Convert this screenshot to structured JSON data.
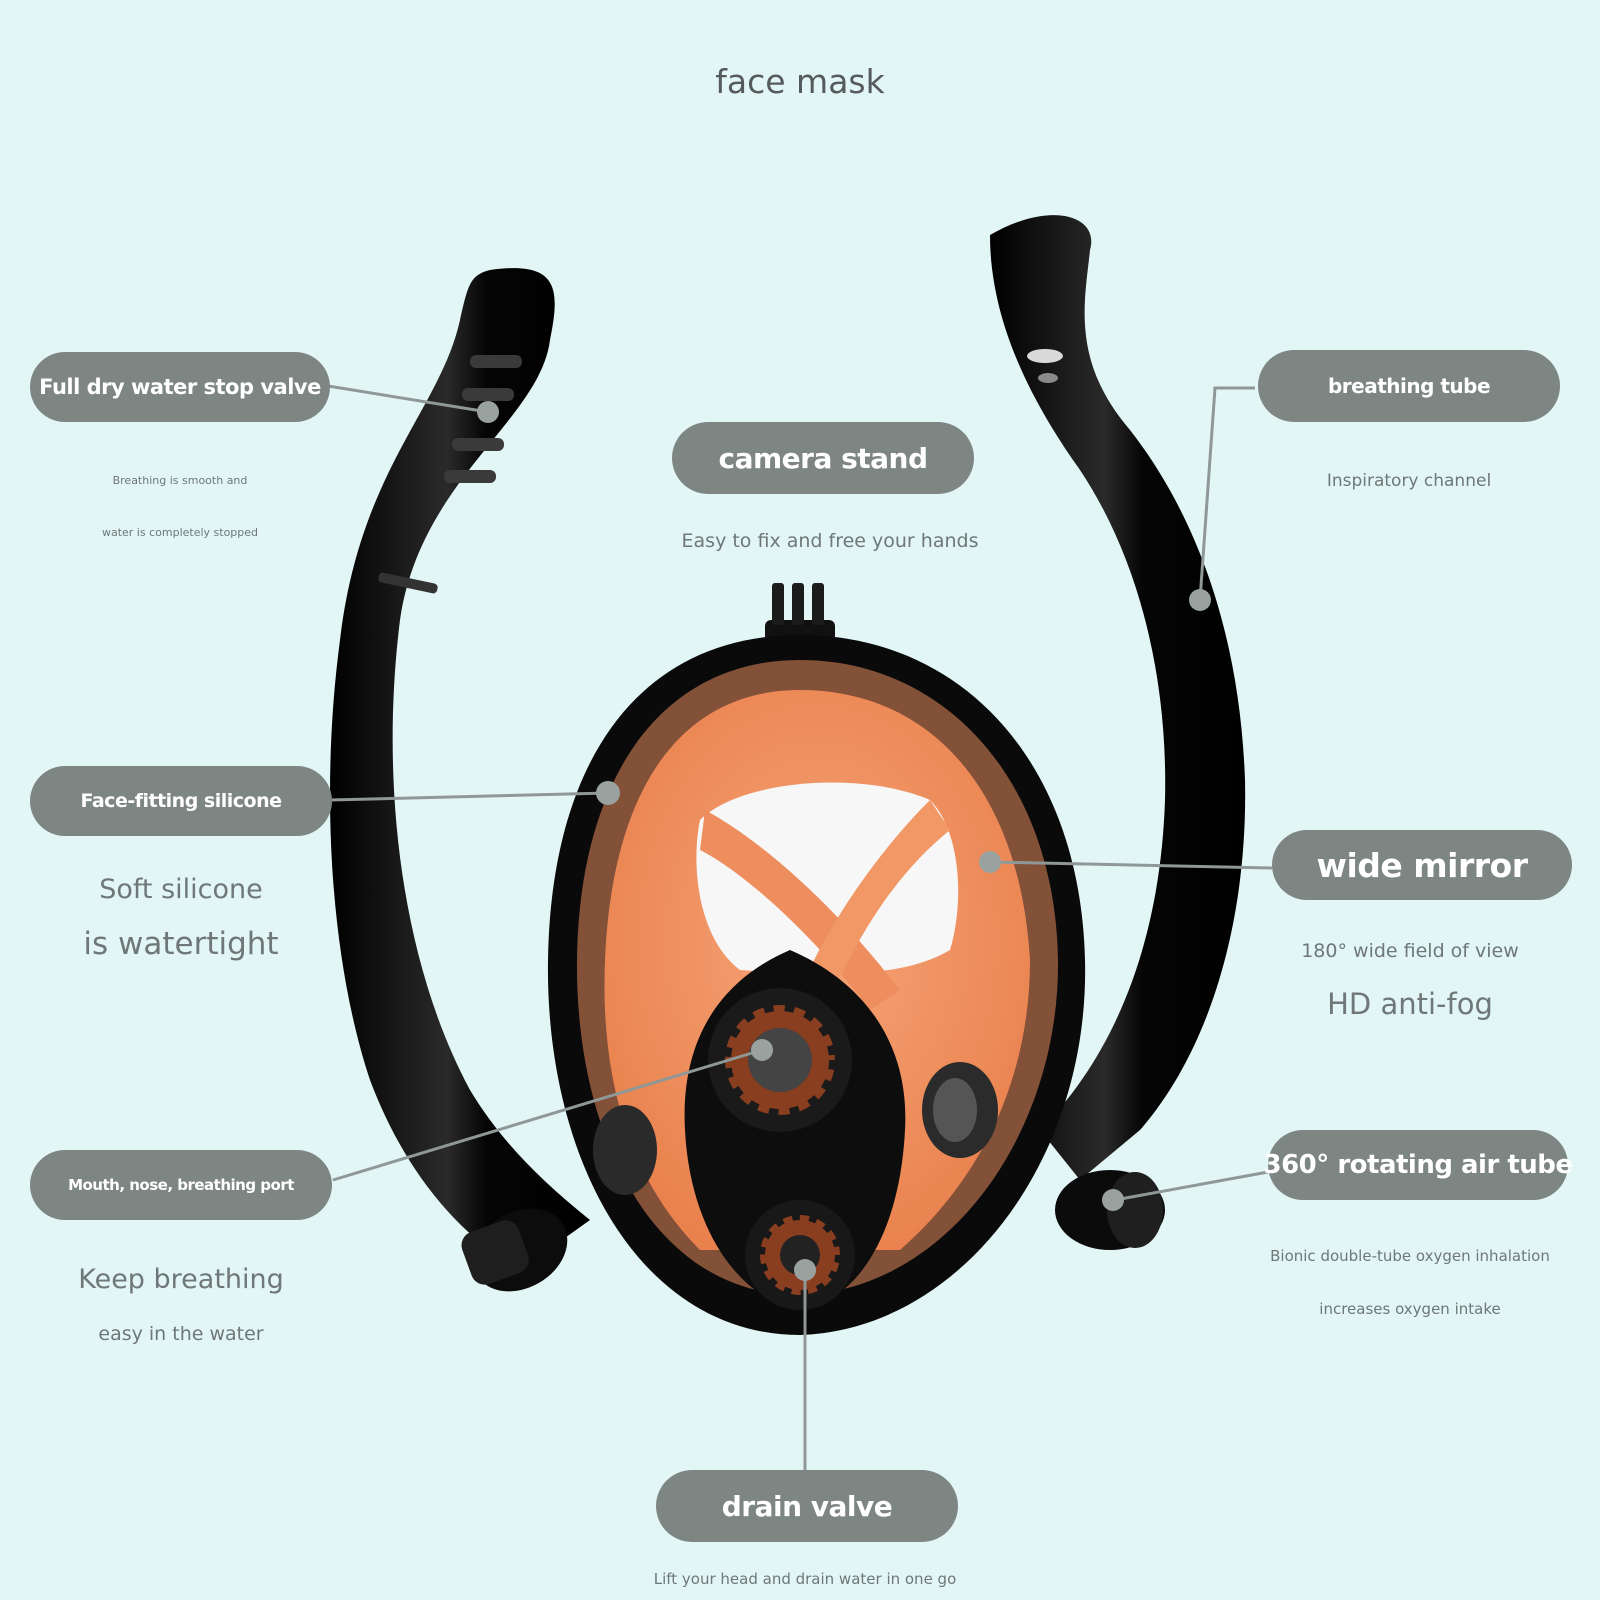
{
  "title": "face mask",
  "colors": {
    "background": "#e3f6f6",
    "pill": "#7e8684",
    "mask_orange": "#f08a55",
    "tube_black": "#111111"
  },
  "callouts": {
    "valve": {
      "label": "Full dry water stop valve",
      "notes": [
        "Breathing is smooth and",
        "water is completely stopped"
      ]
    },
    "camera": {
      "label": "camera stand",
      "notes": [
        "Easy to fix and free your hands"
      ]
    },
    "breathing_tube": {
      "label": "breathing tube",
      "notes": [
        "Inspiratory channel"
      ]
    },
    "silicone": {
      "label": "Face-fitting silicone",
      "notes": [
        "Soft silicone",
        "is watertight"
      ]
    },
    "mirror": {
      "label": "wide mirror",
      "notes": [
        "180° wide field of view",
        "HD anti-fog"
      ]
    },
    "port": {
      "label": "Mouth, nose, breathing port",
      "notes": [
        "Keep breathing",
        "easy in the water"
      ]
    },
    "rotating": {
      "label": "360° rotating air tube",
      "notes": [
        "Bionic double-tube oxygen inhalation",
        "increases oxygen intake"
      ]
    },
    "drain": {
      "label": "drain valve",
      "notes": [
        "Lift your head and drain water in one go"
      ]
    }
  }
}
